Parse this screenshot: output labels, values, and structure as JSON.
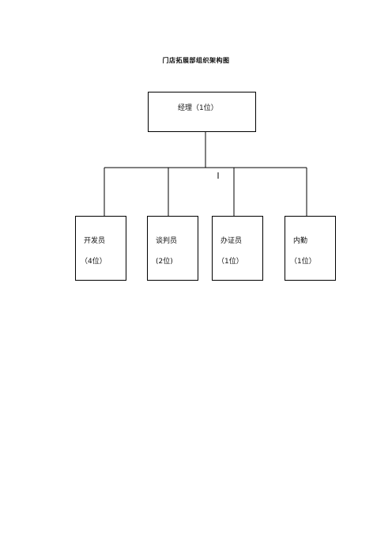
{
  "title": "门店拓展部组织架构图",
  "manager": {
    "label": "经理（1位）"
  },
  "positions": [
    {
      "role": "开发员",
      "count": "（4位）"
    },
    {
      "role": "谈判员",
      "count": "(2位)"
    },
    {
      "role": "办证员",
      "count": "（1位）"
    },
    {
      "role": "内勤",
      "count": "（1位）"
    }
  ]
}
